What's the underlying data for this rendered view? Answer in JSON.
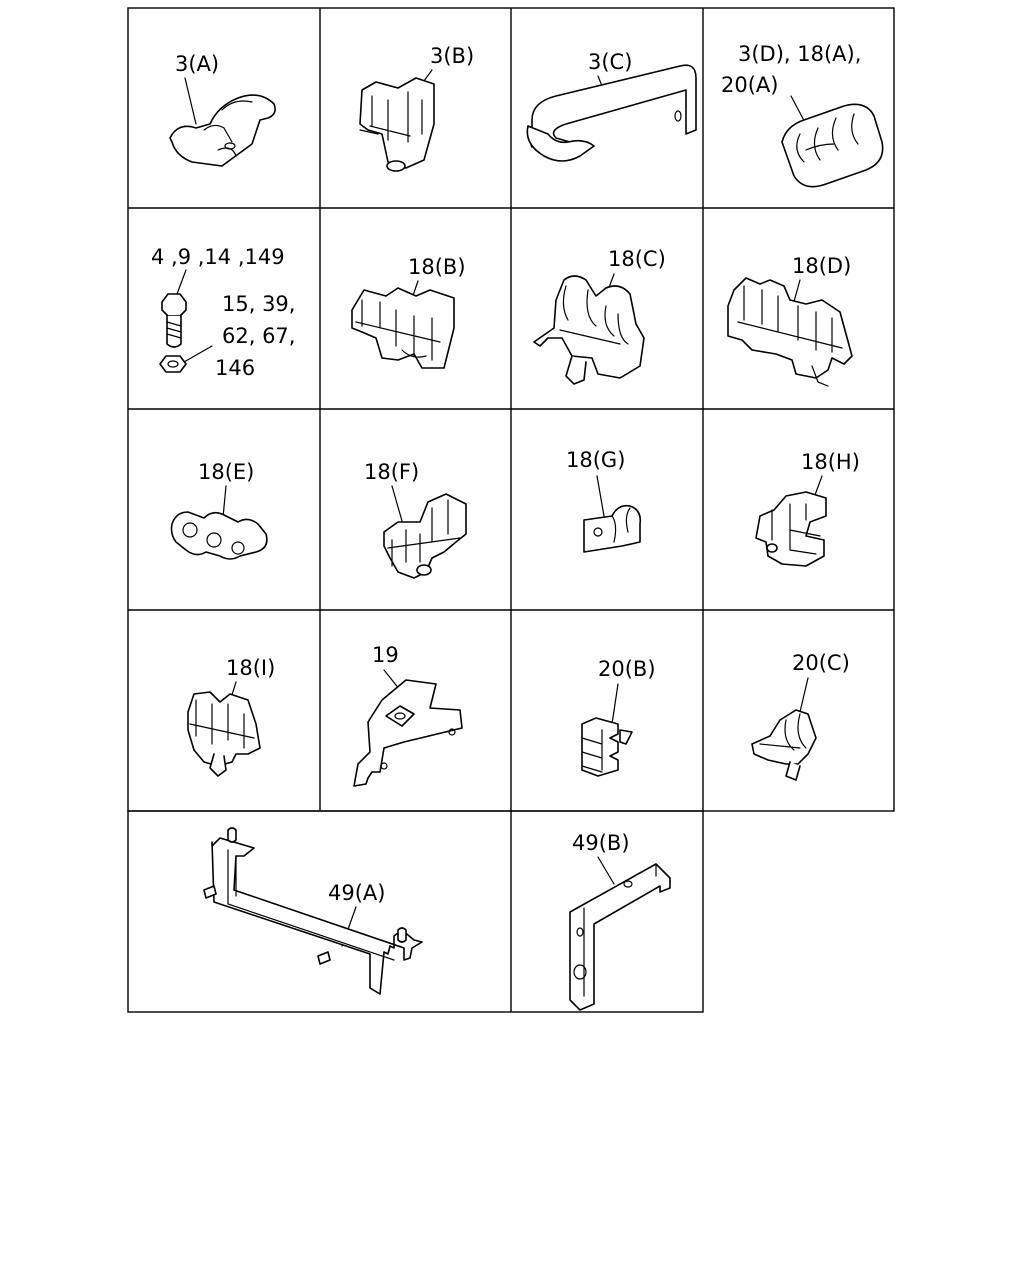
{
  "title": "",
  "cells": [
    {
      "id": "3A",
      "label": "3(A)"
    },
    {
      "id": "3B",
      "label": "3(B)"
    },
    {
      "id": "3C",
      "label": "3(C)"
    },
    {
      "id": "3D",
      "label_lines": [
        "3(D), 18(A),",
        "20(A)"
      ]
    },
    {
      "id": "bolt",
      "label_lines": [
        "4 ,9 ,14 ,149",
        "15, 39,",
        "62, 67,",
        "146"
      ]
    },
    {
      "id": "18B",
      "label": "18(B)"
    },
    {
      "id": "18C",
      "label": "18(C)"
    },
    {
      "id": "18D",
      "label": "18(D)"
    },
    {
      "id": "18E",
      "label": "18(E)"
    },
    {
      "id": "18F",
      "label": "18(F)"
    },
    {
      "id": "18G",
      "label": "18(G)"
    },
    {
      "id": "18H",
      "label": "18(H)"
    },
    {
      "id": "18I",
      "label": "18(I)"
    },
    {
      "id": "19",
      "label": "19"
    },
    {
      "id": "20B",
      "label": "20(B)"
    },
    {
      "id": "20C",
      "label": "20(C)"
    },
    {
      "id": "49A",
      "label": "49(A)"
    },
    {
      "id": "49B",
      "label": "49(B)"
    }
  ]
}
